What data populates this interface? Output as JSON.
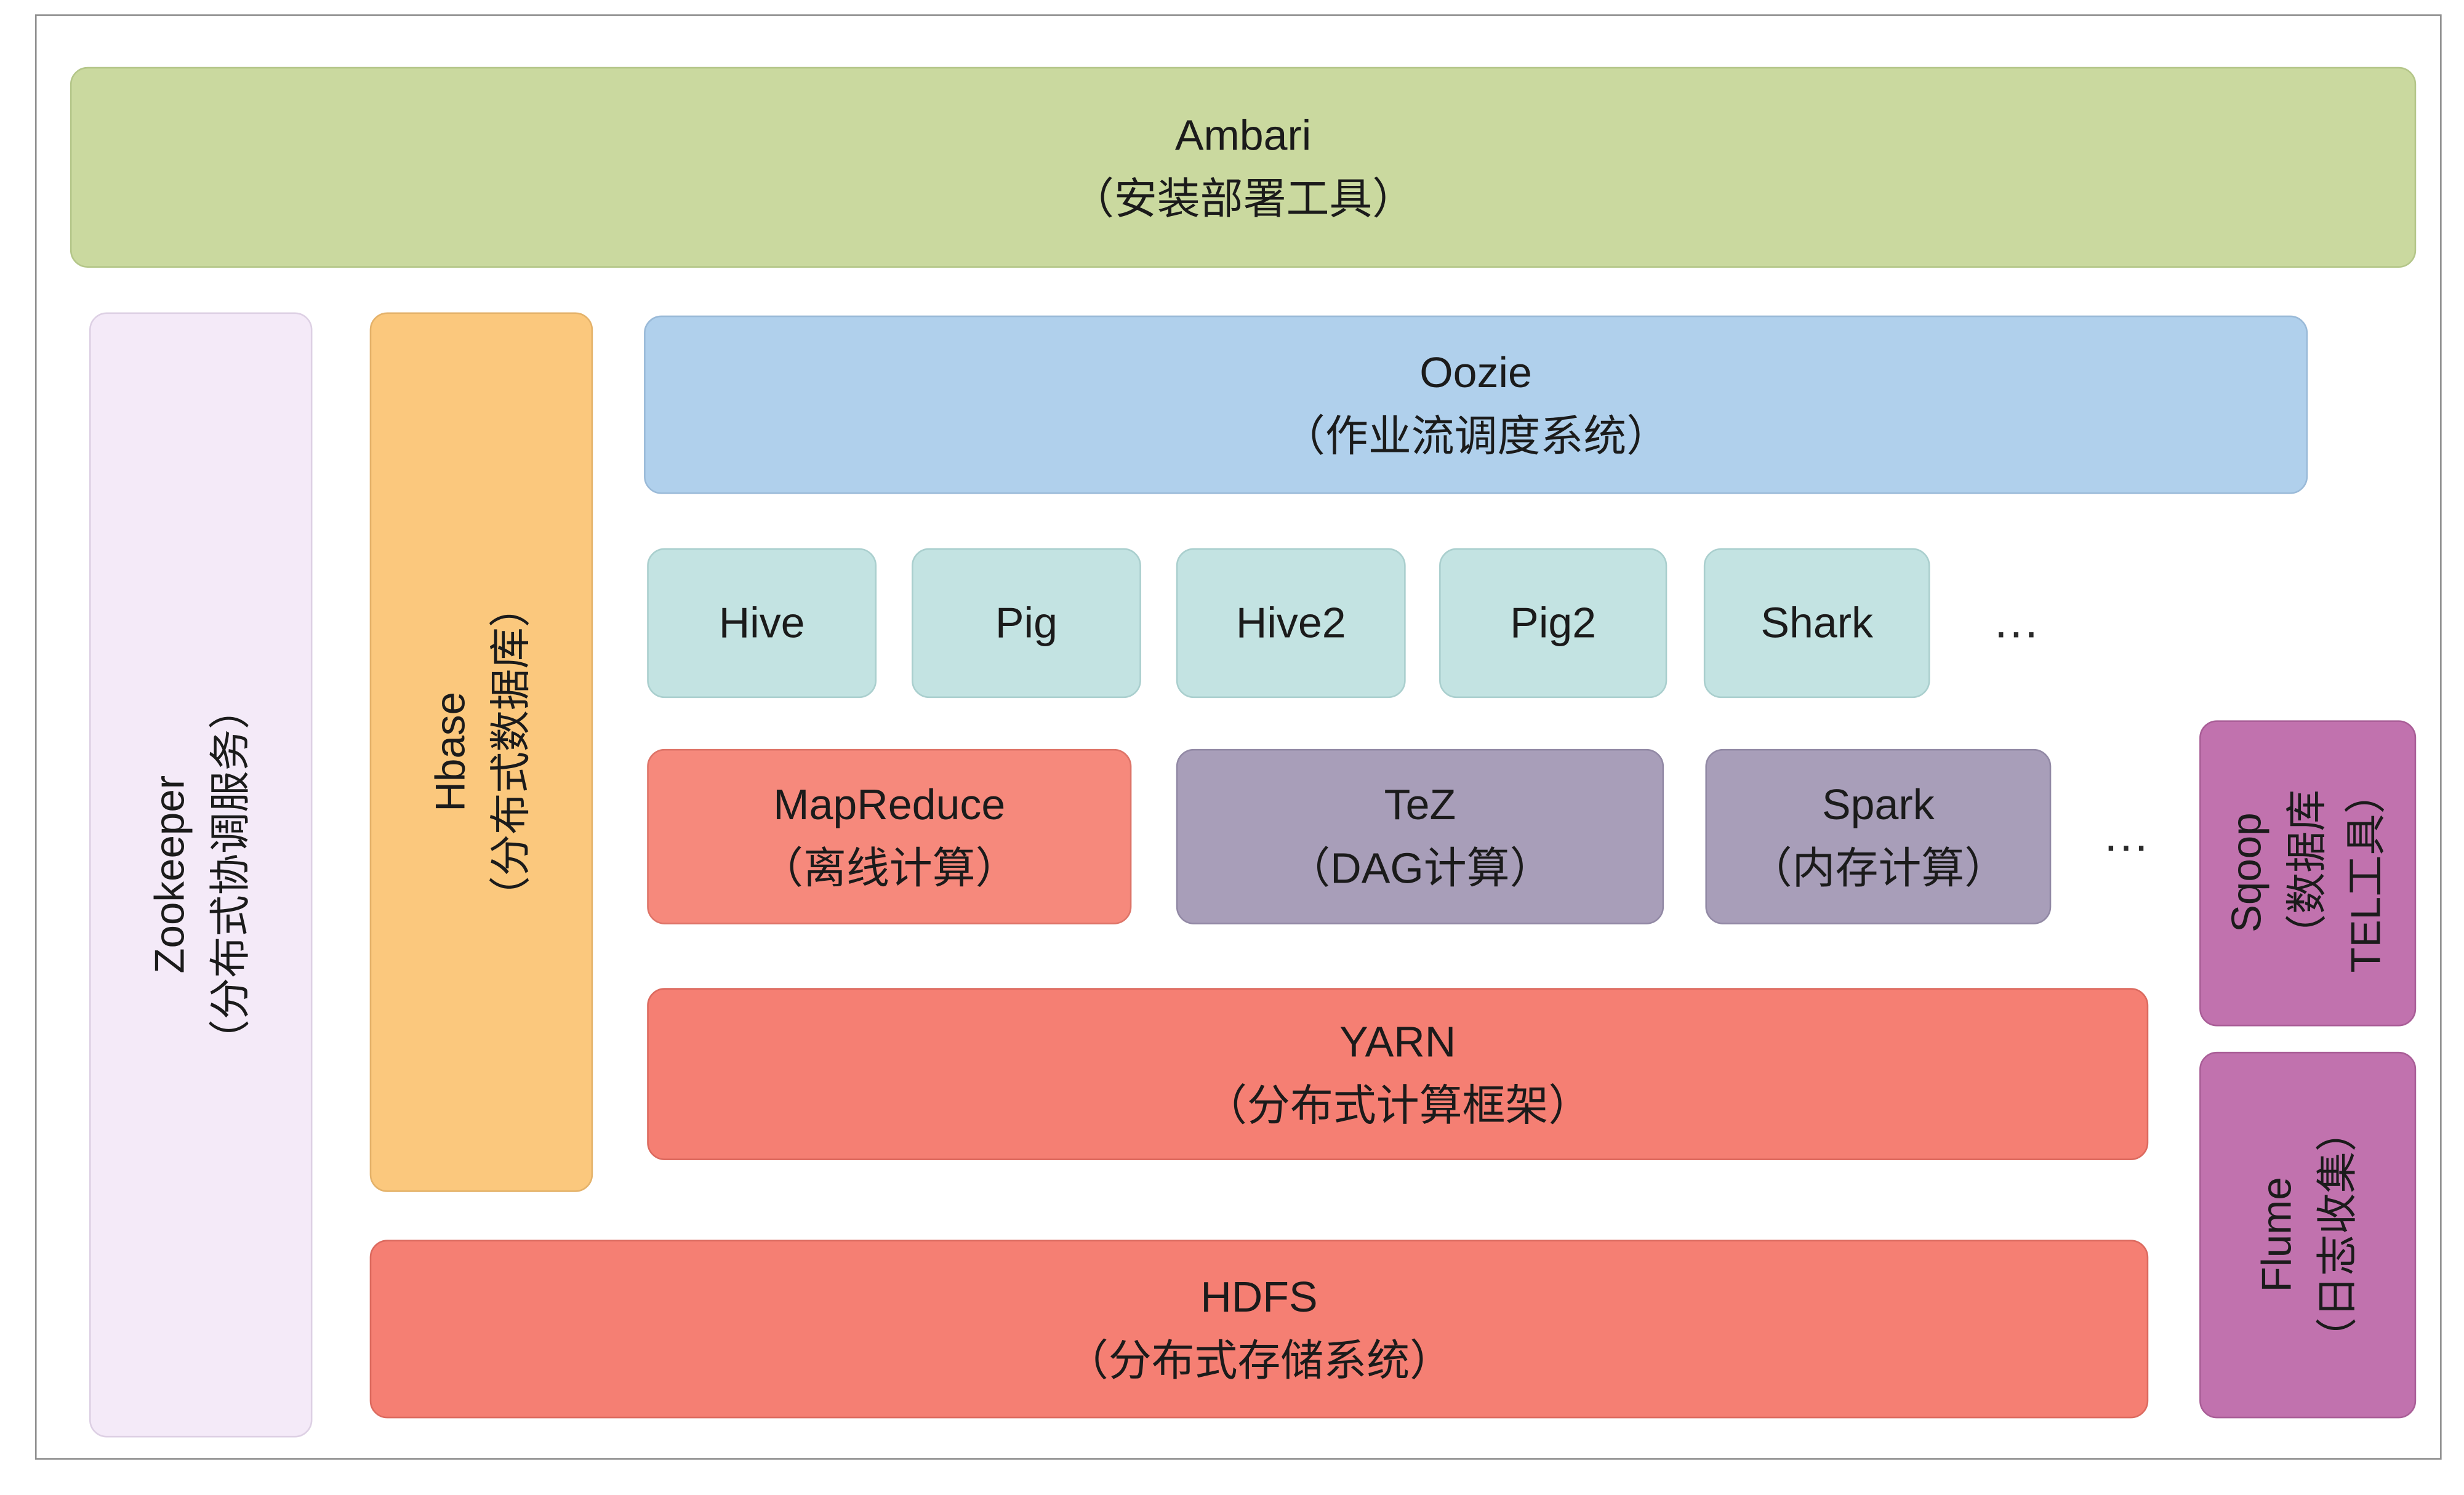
{
  "colors": {
    "ambari_green": "#cad99f",
    "zookeeper_lavender": "#f4eaf8",
    "hbase_orange": "#fbc87d",
    "oozie_blue": "#b0d0ec",
    "query_teal": "#c3e3e2",
    "mapreduce_salmon": "#f6897c",
    "compute_purple": "#a89eb9",
    "yarn_hdfs_red": "#f57f73",
    "sqoop_flume_magenta": "#c172ae"
  },
  "boxes": {
    "ambari": {
      "name": "Ambari",
      "desc": "（安装部署工具）"
    },
    "zookeeper": {
      "name": "Zookeeper",
      "desc": "（分布式协调服务）"
    },
    "hbase": {
      "name": "Hbase",
      "desc": "（分布式数据库）"
    },
    "oozie": {
      "name": "Oozie",
      "desc": "（作业流调度系统）"
    },
    "query": {
      "items": [
        "Hive",
        "Pig",
        "Hive2",
        "Pig2",
        "Shark"
      ],
      "ellipsis": "…"
    },
    "compute": {
      "mapreduce": {
        "name": "MapReduce",
        "desc": "（离线计算）"
      },
      "tez": {
        "name": "TeZ",
        "desc": "（DAG计算）"
      },
      "spark": {
        "name": "Spark",
        "desc": "（内存计算）"
      },
      "ellipsis": "…"
    },
    "yarn": {
      "name": "YARN",
      "desc": "（分布式计算框架）"
    },
    "hdfs": {
      "name": "HDFS",
      "desc": "（分布式存储系统）"
    },
    "sqoop": {
      "name": "Sqoop",
      "desc_line1": "（数据库",
      "desc_line2": "TEL工具）"
    },
    "flume": {
      "name": "Flume",
      "desc": "（日志收集）"
    }
  }
}
